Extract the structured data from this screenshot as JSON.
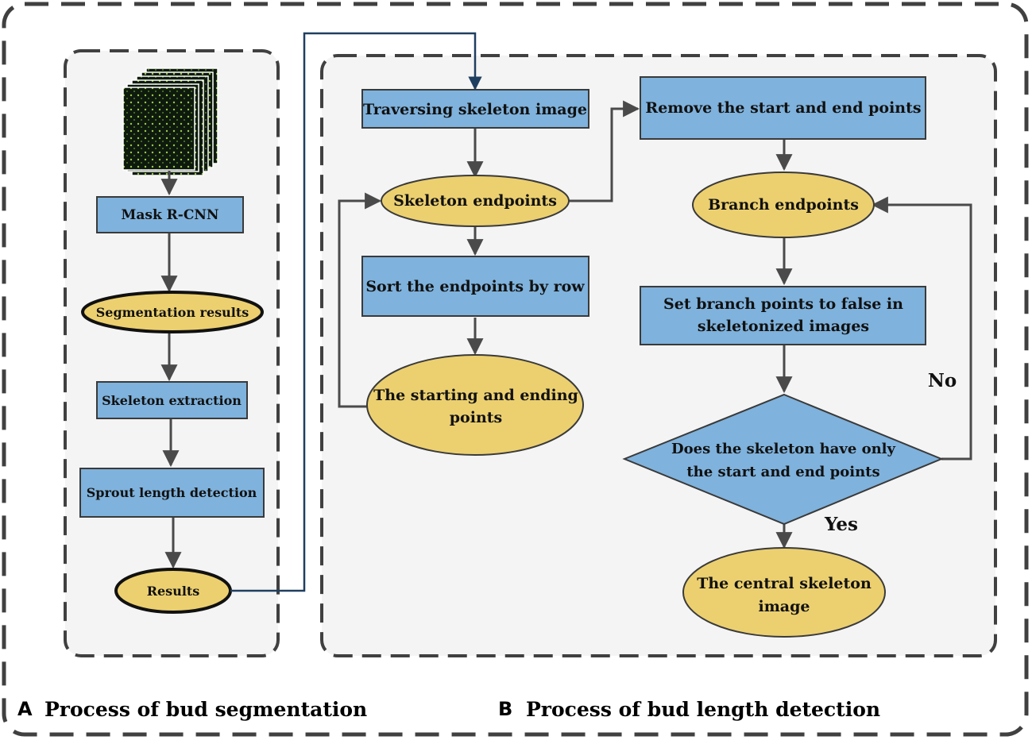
{
  "colors": {
    "box_fill": "#7fb2dc",
    "box_stroke": "#3a3a3a",
    "ellipse_fill": "#ecd070",
    "panel_fill": "#f4f4f4",
    "dash_stroke": "#404040",
    "arrow": "#4a4a4a",
    "link_arrow": "#1f3f60"
  },
  "panel_a": {
    "thumbnail_icon": "stacked-crop-images",
    "mask_rcnn": "Mask R-CNN",
    "segmentation_results": "Segmentation results",
    "skeleton_extraction": "Skeleton extraction",
    "sprout_length_detection": "Sprout length detection",
    "results": "Results"
  },
  "panel_b": {
    "traversing": "Traversing skeleton image",
    "skeleton_endpoints": "Skeleton endpoints",
    "sort_endpoints": "Sort the endpoints by row",
    "starting_ending_1": "The starting and ending",
    "starting_ending_2": "points",
    "remove_start_end": "Remove the start and end points",
    "branch_endpoints": "Branch endpoints",
    "set_branch_1": "Set branch points to false in",
    "set_branch_2": "skeletonized images",
    "diamond_1": "Does the skeleton have only",
    "diamond_2": "the start and end points",
    "no_label": "No",
    "yes_label": "Yes",
    "central_1": "The central skeleton",
    "central_2": "image"
  },
  "captions": {
    "a_letter": "A",
    "a_title": "Process of bud segmentation",
    "b_letter": "B",
    "b_title": "Process of bud length detection"
  }
}
